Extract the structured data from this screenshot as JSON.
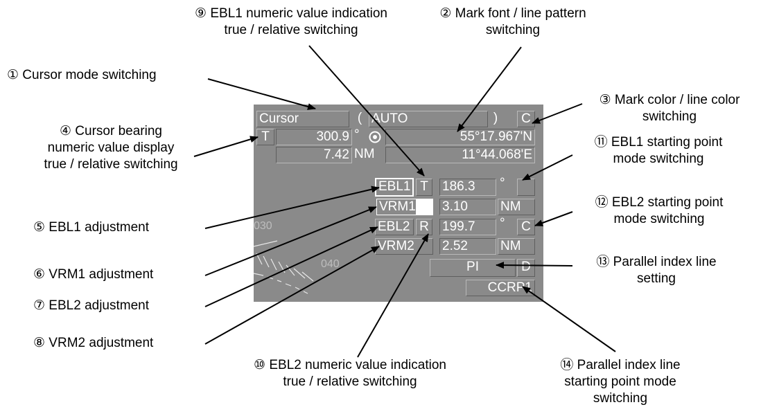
{
  "callouts": {
    "c1": "① Cursor mode switching",
    "c2": "② Mark font / line pattern\nswitching",
    "c3": "③ Mark color / line color\nswitching",
    "c4": "④ Cursor bearing\nnumeric value display\ntrue / relative switching",
    "c5": "⑤ EBL1 adjustment",
    "c6": "⑥ VRM1 adjustment",
    "c7": "⑦ EBL2 adjustment",
    "c8": "⑧ VRM2 adjustment",
    "c9": "⑨ EBL1 numeric value indication\ntrue / relative switching",
    "c10": "⑩ EBL2 numeric value indication\ntrue / relative switching",
    "c11": "⑪ EBL1 starting point\nmode switching",
    "c12": "⑫ EBL2 starting point\nmode switching",
    "c13": "⑬ Parallel index line\nsetting",
    "c14": "⑭ Parallel index line\nstarting point mode\nswitching"
  },
  "panel": {
    "cursor_label": "Cursor",
    "open_paren": "(",
    "mode_value": "AUTO",
    "close_paren": ")",
    "color_btn": "C",
    "bearing_ref": "T",
    "bearing_value": "300.9",
    "degree_symbol": "°",
    "latitude": "55°17.967'N",
    "range_value": "7.42",
    "range_unit": "NM",
    "longitude": "11°44.068'E",
    "ebl1_label": "EBL1",
    "ebl1_ref": "T",
    "ebl1_value": "186.3",
    "ebl1_unit": "°",
    "ebl1_origin": "",
    "vrm1_label": "VRM1",
    "vrm1_value": "3.10",
    "vrm1_unit": "NM",
    "ebl2_label": "EBL2",
    "ebl2_ref": "R",
    "ebl2_value": "199.7",
    "ebl2_unit": "°",
    "ebl2_origin": "C",
    "vrm2_label": "VRM2",
    "vrm2_value": "2.52",
    "vrm2_unit": "NM",
    "pi_label": "PI",
    "pi_mode": "D",
    "ccrp_label": "CCRP1",
    "scale_030": "030",
    "scale_040": "040"
  }
}
